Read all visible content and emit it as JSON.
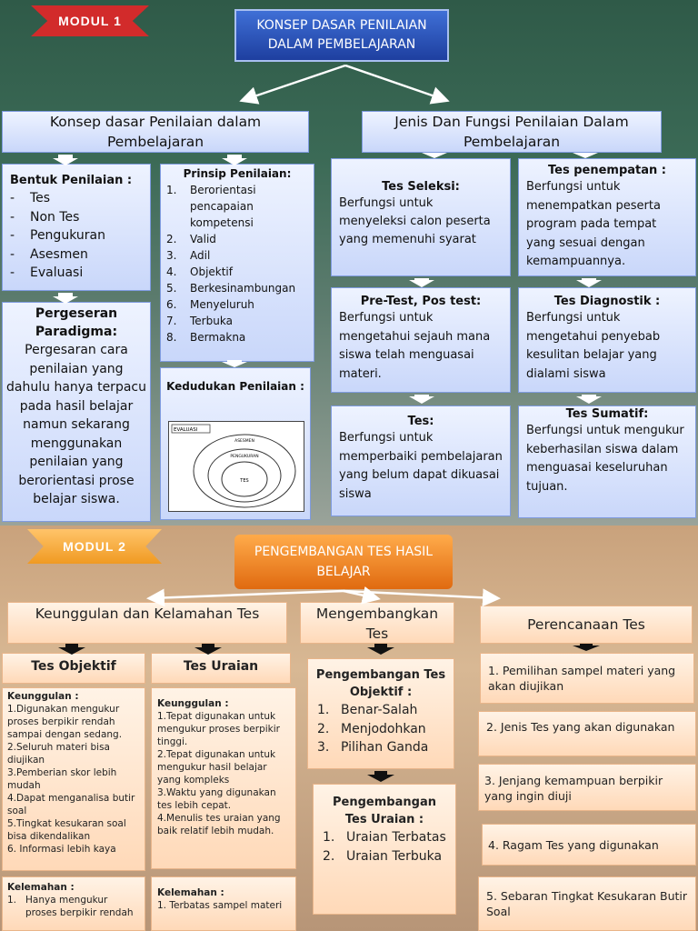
{
  "modul1": {
    "banner": "MODUL 1",
    "title": "KONSEP DASAR PENILAIAN DALAM PEMBELAJARAN",
    "left_header": "Konsep dasar Penilaian dalam Pembelajaran",
    "right_header": "Jenis Dan Fungsi Penilaian Dalam Pembelajaran",
    "bentuk": {
      "title": "Bentuk Penilaian :",
      "items": [
        "Tes",
        "Non Tes",
        "Pengukuran",
        "Asesmen",
        "Evaluasi"
      ]
    },
    "prinsip": {
      "title": "Prinsip Penilaian:",
      "items": [
        "Berorientasi pencapaian kompetensi",
        "Valid",
        "Adil",
        "Objektif",
        "Berkesinambungan",
        "Menyeluruh",
        "Terbuka",
        "Bermakna"
      ]
    },
    "pergeseran": {
      "title": "Pergeseran Paradigma:",
      "text": "Pergesaran cara penilaian yang dahulu hanya terpacu pada hasil belajar namun sekarang menggunakan penilaian yang berorientasi prose belajar siswa."
    },
    "kedudukan": {
      "title": "Kedudukan Penilaian :",
      "diagram_labels": [
        "EVALUASI",
        "ASESMEN",
        "PENGUKURAN",
        "TES"
      ]
    },
    "tes_seleksi": {
      "title": "Tes Seleksi:",
      "text": "Berfungsi untuk menyeleksi calon peserta yang memenuhi syarat"
    },
    "tes_penempatan": {
      "title": "Tes penempatan :",
      "text": "Berfungsi untuk menempatkan peserta program pada tempat yang sesuai dengan kemampuannya."
    },
    "pretest": {
      "title": "Pre-Test, Pos test:",
      "text": "Berfungsi untuk mengetahui sejauh mana siswa telah menguasai materi."
    },
    "tes_diagnostik": {
      "title": "Tes Diagnostik :",
      "text": "Berfungsi untuk mengetahui penyebab kesulitan belajar yang dialami siswa"
    },
    "tes": {
      "title": "Tes:",
      "text": "Berfungsi untuk memperbaiki pembelajaran yang belum dapat dikuasai siswa"
    },
    "tes_sumatif": {
      "title": "Tes Sumatif:",
      "text": "Berfungsi untuk mengukur keberhasilan siswa dalam menguasai keseluruhan tujuan."
    }
  },
  "modul2": {
    "banner": "MODUL 2",
    "title": "PENGEMBANGAN TES HASIL BELAJAR",
    "col1_header": "Keunggulan dan Kelamahan Tes",
    "col2_header": "Mengembangkan Tes",
    "col3_header": "Perencanaan Tes",
    "objektif": {
      "title": "Tes Objektif",
      "keunggulan_label": "Keunggulan :",
      "keunggulan_items": [
        "1.Digunakan mengukur proses berpikir rendah sampai dengan sedang.",
        "2.Seluruh materi bisa diujikan",
        "3.Pemberian skor lebih mudah",
        "4.Dapat menganalisa butir soal",
        "5.Tingkat kesukaran soal bisa dikendalikan",
        "6. Informasi lebih kaya"
      ],
      "kelemahan_label": "Kelemahan :",
      "kelemahan_items": [
        "Hanya mengukur proses berpikir rendah"
      ]
    },
    "uraian": {
      "title": "Tes Uraian",
      "keunggulan_label": "Keunggulan :",
      "keunggulan_items": [
        "1.Tepat digunakan untuk mengukur proses berpikir tinggi.",
        "2.Tepat digunakan untuk mengukur hasil belajar yang kompleks",
        "3.Waktu yang digunakan tes lebih cepat.",
        "4.Menulis tes uraian yang baik relatif lebih mudah."
      ],
      "kelemahan_label": "Kelemahan :",
      "kelemahan_items": [
        "1. Terbatas sampel materi"
      ]
    },
    "peng_objektif": {
      "title": "Pengembangan Tes Objektif :",
      "items": [
        "Benar-Salah",
        "Menjodohkan",
        "Pilihan Ganda"
      ]
    },
    "peng_uraian": {
      "title": "Pengembangan Tes Uraian :",
      "items": [
        "Uraian Terbatas",
        "Uraian Terbuka"
      ]
    },
    "perencanaan": [
      "1. Pemilihan sampel materi yang akan diujikan",
      "2. Jenis Tes yang akan digunakan",
      "3. Jenjang kemampuan berpikir yang ingin diuji",
      "4. Ragam Tes yang digunakan",
      "5. Sebaran Tingkat Kesukaran Butir Soal"
    ]
  },
  "colors": {
    "accent_red": "#d22b2b",
    "accent_orange": "#f28a1e",
    "box_blue": "#c9d7fa",
    "title_navy": "#1e3fa0",
    "box_peach": "#ffd9b8"
  }
}
